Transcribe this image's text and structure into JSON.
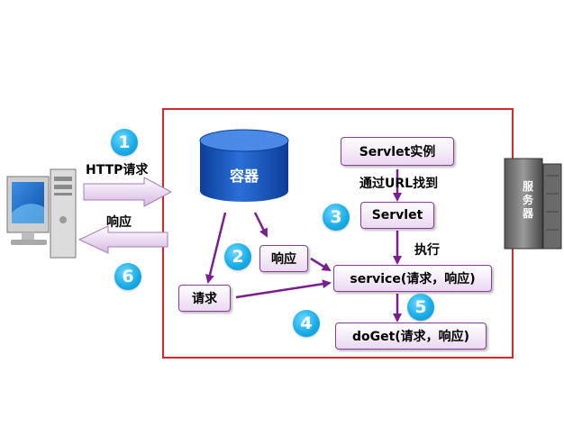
{
  "diagram": {
    "container_label": "容器",
    "server_label_chars": [
      "服",
      "务",
      "器"
    ],
    "http_request_label": "HTTP请求",
    "client_response_label": "响应",
    "boxes": {
      "servlet_instance": "Servlet实例",
      "servlet": "Servlet",
      "response": "响应",
      "request": "请求",
      "service": "service(请求，响应)",
      "doget": "doGet(请求，响应)"
    },
    "labels": {
      "find_by_url": "通过URL找到",
      "execute": "执行"
    },
    "steps": [
      "1",
      "2",
      "3",
      "4",
      "5",
      "6"
    ],
    "colors": {
      "frame": "#d9262b",
      "arrow": "#7a1f8f",
      "badge": "#19aee8",
      "container": "#1650b8"
    }
  }
}
